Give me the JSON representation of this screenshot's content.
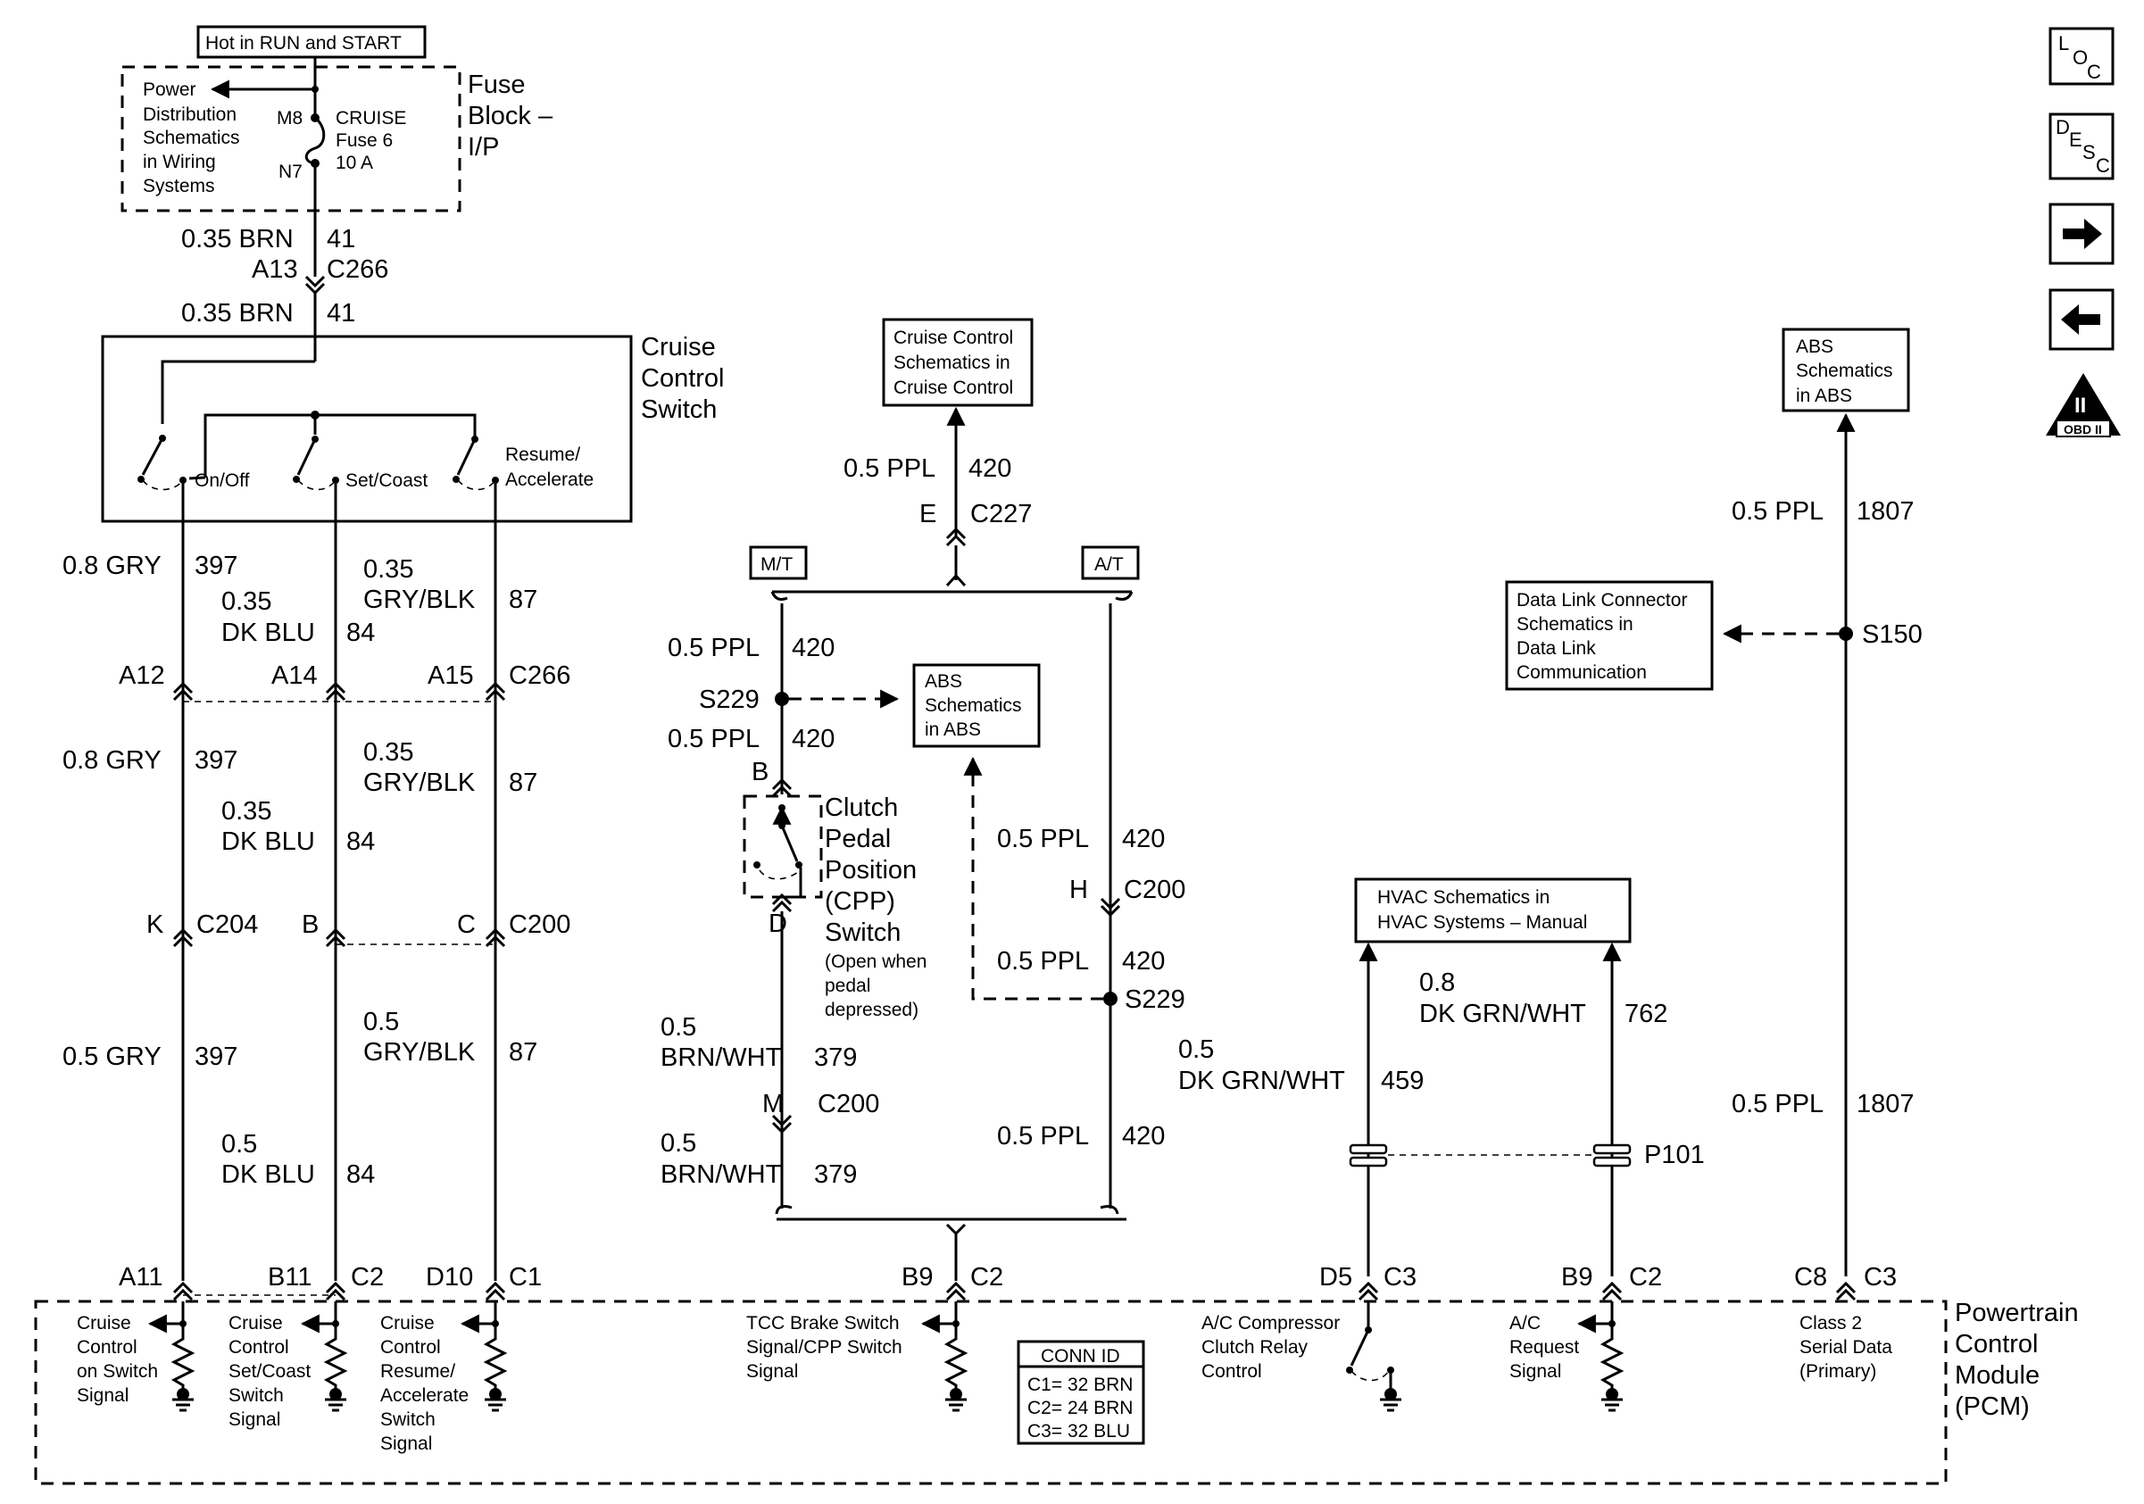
{
  "nav": {
    "loc_icon": "loc-icon",
    "desc_icon": "desc-icon",
    "next_icon": "arrow-right-icon",
    "prev_icon": "arrow-left-icon",
    "obd_icon": "obd-ii-icon",
    "loc": [
      "L",
      "O",
      "C"
    ],
    "desc": [
      "D",
      "E",
      "S",
      "C"
    ],
    "obd_roman": "II",
    "obd_text": "OBD II"
  },
  "power": {
    "hot": "Hot in RUN and START",
    "ref": [
      "Power",
      "Distribution",
      "Schematics",
      "in Wiring",
      "Systems"
    ],
    "m8": "M8",
    "n7": "N7",
    "fuse": [
      "CRUISE",
      "Fuse 6",
      "10 A"
    ],
    "block": [
      "Fuse",
      "Block –",
      "I/P"
    ],
    "w1_gauge": "0.35 BRN",
    "w1_ckt": "41",
    "a13": "A13",
    "c266": "C266",
    "w2_gauge": "0.35 BRN",
    "w2_ckt": "41"
  },
  "switch": {
    "title": [
      "Cruise",
      "Control",
      "Switch"
    ],
    "on_off": "On/Off",
    "set_coast": "Set/Coast",
    "resume": [
      "Resume/",
      "Accelerate"
    ]
  },
  "left_wires": {
    "s1_gry": "0.8 GRY",
    "s1_397": "397",
    "s1_gryblk_g": "0.35",
    "s1_gryblk": "GRY/BLK",
    "s1_87": "87",
    "s1_dkblu_g": "0.35",
    "s1_dkblu": "DK BLU",
    "s1_84": "84",
    "a12": "A12",
    "a14": "A14",
    "a15": "A15",
    "c266": "C266",
    "s2_gry": "0.8 GRY",
    "s2_397": "397",
    "s2_gryblk_g": "0.35",
    "s2_gryblk": "GRY/BLK",
    "s2_87": "87",
    "s2_dkblu_g": "0.35",
    "s2_dkblu": "DK BLU",
    "s2_84": "84",
    "k": "K",
    "c204": "C204",
    "b": "B",
    "c": "C",
    "c200": "C200",
    "s3_gry": "0.5 GRY",
    "s3_397": "397",
    "s3_gryblk_g": "0.5",
    "s3_gryblk": "GRY/BLK",
    "s3_87": "87",
    "s3_dkblu_g": "0.5",
    "s3_dkblu": "DK BLU",
    "s3_84": "84",
    "a11": "A11",
    "b11": "B11",
    "c2": "C2",
    "d10": "D10",
    "c1": "C1"
  },
  "center": {
    "cruise_ref": [
      "Cruise Control",
      "Schematics in",
      "Cruise Control"
    ],
    "top_gauge": "0.5 PPL",
    "top_ckt": "420",
    "e": "E",
    "c227": "C227",
    "mt": "M/T",
    "at": "A/T",
    "w_a_gauge": "0.5 PPL",
    "w_a_ckt": "420",
    "s229": "S229",
    "w_b_gauge": "0.5 PPL",
    "w_b_ckt": "420",
    "abs_ref": [
      "ABS",
      "Schematics",
      "in ABS"
    ],
    "b": "B",
    "cpp": [
      "Clutch",
      "Pedal",
      "Position",
      "(CPP)",
      "Switch"
    ],
    "cpp_note": [
      "(Open when",
      "pedal",
      "depressed)"
    ],
    "d": "D",
    "w_c_gauge": "0.5",
    "w_c_color": "BRN/WHT",
    "w_c_ckt": "379",
    "m": "M",
    "c200": "C200",
    "w_d_gauge": "0.5",
    "w_d_color": "BRN/WHT",
    "w_d_ckt": "379",
    "r1_gauge": "0.5 PPL",
    "r1_ckt": "420",
    "h": "H",
    "h_c200": "C200",
    "r2_gauge": "0.5 PPL",
    "r2_ckt": "420",
    "s229_b": "S229",
    "r3_gauge": "0.5 PPL",
    "r3_ckt": "420",
    "b9": "B9",
    "c2": "C2"
  },
  "hvac": {
    "ref": [
      "HVAC Schematics in",
      "HVAC Systems – Manual"
    ],
    "w762_gauge": "0.8",
    "w762_color": "DK GRN/WHT",
    "w762_ckt": "762",
    "w459_gauge": "0.5",
    "w459_color": "DK GRN/WHT",
    "w459_ckt": "459",
    "p101": "P101",
    "d5": "D5",
    "c3": "C3",
    "b9": "B9",
    "c2": "C2"
  },
  "right": {
    "abs_ref": [
      "ABS",
      "Schematics",
      "in ABS"
    ],
    "w_gauge": "0.5 PPL",
    "w_ckt": "1807",
    "dlc_ref": [
      "Data Link Connector",
      "Schematics in",
      "Data Link",
      "Communication"
    ],
    "s150": "S150",
    "w2_gauge": "0.5 PPL",
    "w2_ckt": "1807",
    "c8": "C8",
    "c3": "C3"
  },
  "pcm": {
    "title": [
      "Powertrain",
      "Control",
      "Module",
      "(PCM)"
    ],
    "on_switch": [
      "Cruise",
      "Control",
      "on Switch",
      "Signal"
    ],
    "set_coast": [
      "Cruise",
      "Control",
      "Set/Coast",
      "Switch",
      "Signal"
    ],
    "resume": [
      "Cruise",
      "Control",
      "Resume/",
      "Accelerate",
      "Switch",
      "Signal"
    ],
    "tcc": [
      "TCC Brake Switch",
      "Signal/CPP Switch",
      "Signal"
    ],
    "conn_title": "CONN ID",
    "conn": [
      "C1= 32 BRN",
      "C2= 24 BRN",
      "C3= 32 BLU"
    ],
    "ac_relay": [
      "A/C Compressor",
      "Clutch Relay",
      "Control"
    ],
    "ac_request": [
      "A/C",
      "Request",
      "Signal"
    ],
    "class2": [
      "Class 2",
      "Serial Data",
      "(Primary)"
    ]
  }
}
